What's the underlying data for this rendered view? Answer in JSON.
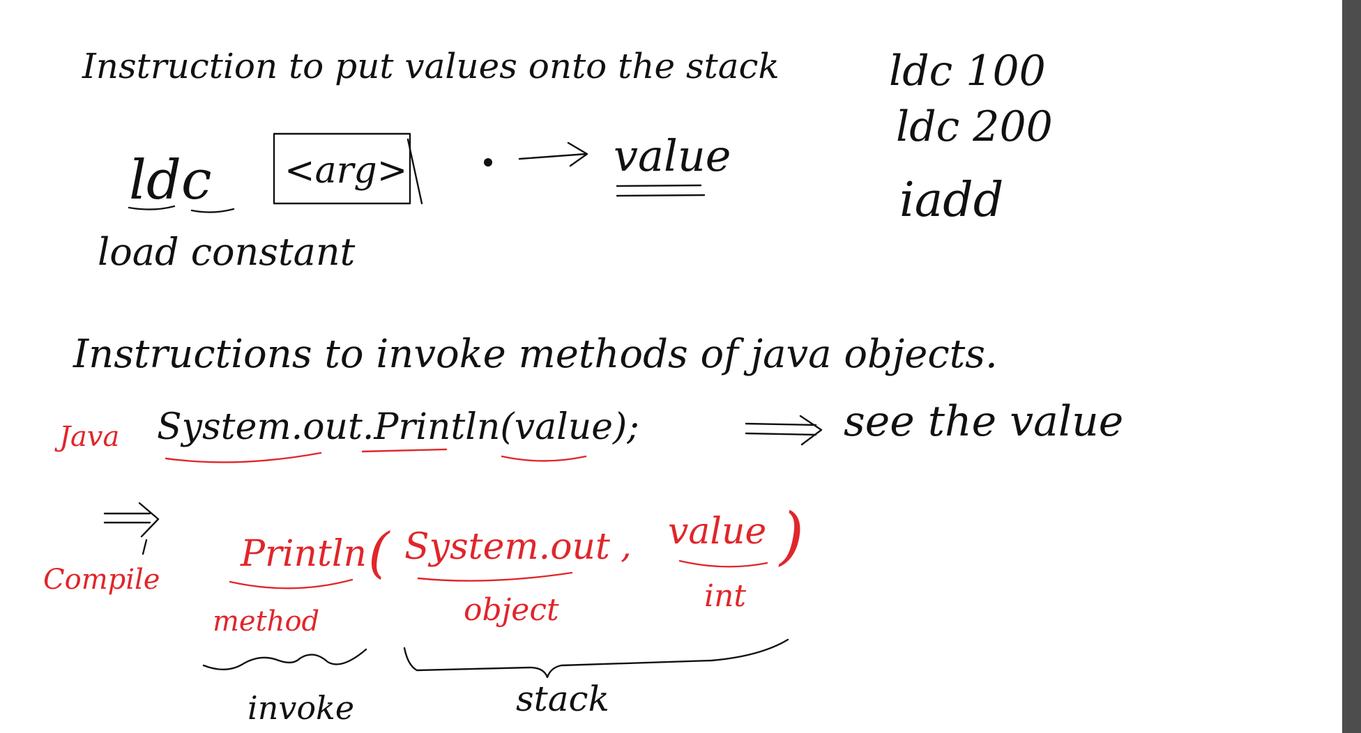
{
  "notes": {
    "heading_1": "Instruction to put values onto the stack",
    "ldc": "ldc",
    "arg": "<arg>",
    "value": "value",
    "load_constant": "load constant",
    "code_lines": [
      "ldc 100",
      "ldc 200",
      "iadd"
    ],
    "heading_2": "Instructions to invoke methods of java objects.",
    "java_label": "Java",
    "java_statement": "System.out.Println(value);",
    "see_the_value": "see the value",
    "compile_label": "Compile",
    "compiled_statement_method": "Println",
    "compiled_statement_paren_open": "(",
    "compiled_statement_object": "System.out",
    "compiled_statement_comma": ",",
    "compiled_statement_arg": "value",
    "compiled_statement_paren_close": ")",
    "label_method": "method",
    "label_object": "object",
    "label_int": "int",
    "label_invoke": "invoke",
    "label_stack": "stack"
  },
  "colors": {
    "ink_black": "#111111",
    "ink_red": "#e0262b",
    "background": "#ffffff",
    "frame": "#4d4d4d"
  }
}
